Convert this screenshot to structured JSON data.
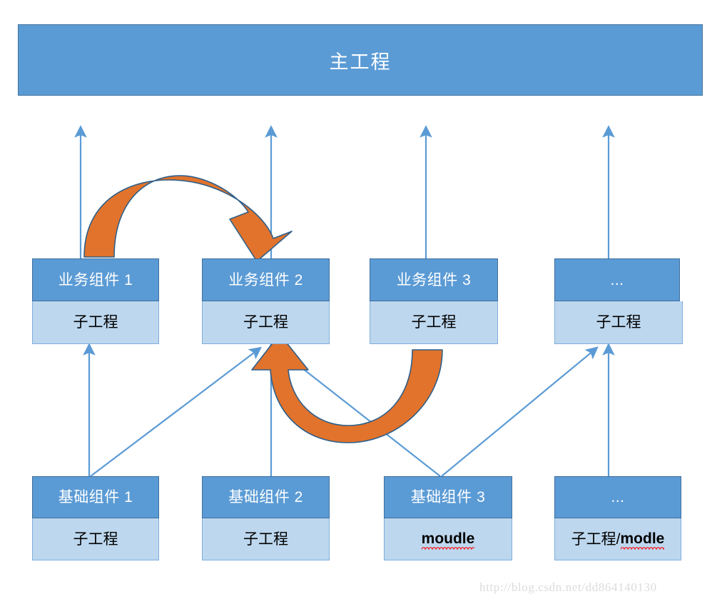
{
  "diagram": {
    "title": "主工程",
    "watermark": "http://blog.csdn.net/dd864140130",
    "colors": {
      "header_blue": "#5B9BD5",
      "body_blue": "#BDD7EE",
      "arrow_blue": "#5B9BD5",
      "orange": "#E1732C",
      "orange_border": "#2E5F8A",
      "spell_red": "#FF0000",
      "watermark_gray": "#DCDCDC"
    },
    "business_layer": [
      {
        "title": "业务组件 1",
        "subtitle": "子工程"
      },
      {
        "title": "业务组件 2",
        "subtitle": "子工程"
      },
      {
        "title": "业务组件 3",
        "subtitle": "子工程"
      },
      {
        "title": "...",
        "subtitle": "子工程"
      }
    ],
    "base_layer": [
      {
        "title": "基础组件 1",
        "subtitle": "子工程",
        "misspelled": false
      },
      {
        "title": "基础组件 2",
        "subtitle": "子工程",
        "misspelled": false
      },
      {
        "title": "基础组件 3",
        "subtitle": "moudle",
        "misspelled": true
      },
      {
        "title": "...",
        "subtitle_prefix": "子工程/",
        "subtitle_spell": "modle",
        "misspelled": true
      }
    ],
    "connections": {
      "vertical_to_main": 4,
      "orange_curves": [
        {
          "name": "business-1-to-business-2",
          "direction": "left-to-right-over"
        },
        {
          "name": "base-3-to-business-2",
          "direction": "right-to-left-under"
        }
      ]
    }
  }
}
